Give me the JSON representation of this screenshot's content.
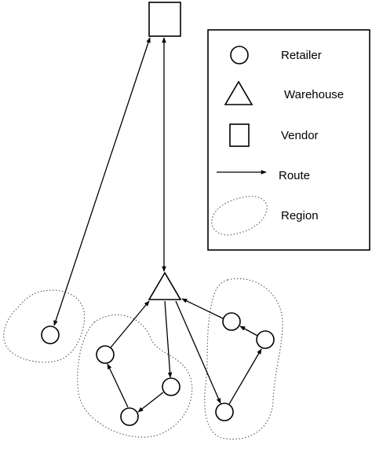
{
  "legend": {
    "items": [
      {
        "icon": "circle-icon",
        "label": "Retailer"
      },
      {
        "icon": "triangle-icon",
        "label": "Warehouse"
      },
      {
        "icon": "square-icon",
        "label": "Vendor"
      },
      {
        "icon": "arrow-icon",
        "label": "Route"
      },
      {
        "icon": "dotted-ellipse-icon",
        "label": "Region"
      }
    ]
  },
  "colors": {
    "stroke": "#000000",
    "region": "#555555",
    "background": "#ffffff"
  }
}
